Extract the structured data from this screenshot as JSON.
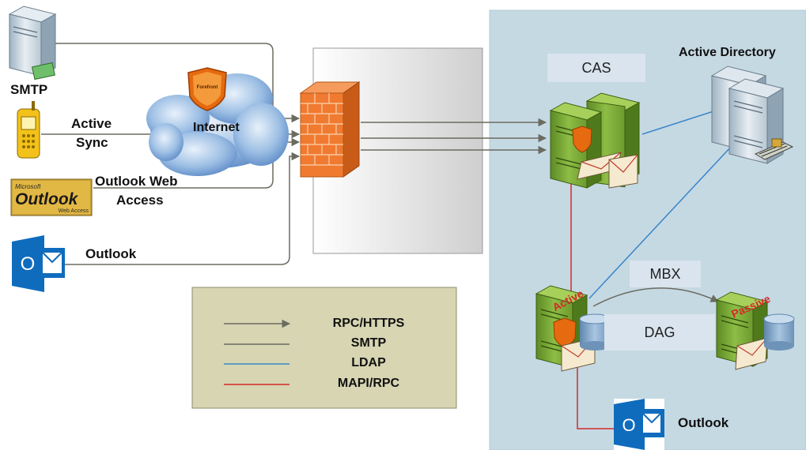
{
  "clients": {
    "smtp": "SMTP",
    "active_sync_line1": "Active",
    "active_sync_line2": "Sync",
    "owa_line1": "Outlook Web",
    "owa_line2": "Access",
    "outlook": "Outlook"
  },
  "internet_label": "Internet",
  "forefront_logo_text": "Forefront",
  "owa_logo": {
    "brand": "Microsoft",
    "title": "Outlook",
    "sub": "Web Access"
  },
  "outlook_icon_letter": "O",
  "datacenter": {
    "cas_label": "CAS",
    "ad_label": "Active Directory",
    "mbx_label": "MBX",
    "dag_label": "DAG",
    "active_stamp": "Active",
    "passive_stamp": "Passive",
    "outlook_label": "Outlook"
  },
  "legend": {
    "items": [
      {
        "label": "RPC/HTTPS",
        "color": "#6b6b60"
      },
      {
        "label": "SMTP",
        "color": "#6b6b60"
      },
      {
        "label": "LDAP",
        "color": "#3a86c8"
      },
      {
        "label": "MAPI/RPC",
        "color": "#d42a2a"
      }
    ]
  },
  "colors": {
    "datacenter_bg": "#c5d9e3",
    "legend_bg": "#d7d5b2",
    "server_green": "#7aa53a",
    "firewall": "#f07a30",
    "ldap": "#3a86c8",
    "mapi": "#d42a2a"
  }
}
